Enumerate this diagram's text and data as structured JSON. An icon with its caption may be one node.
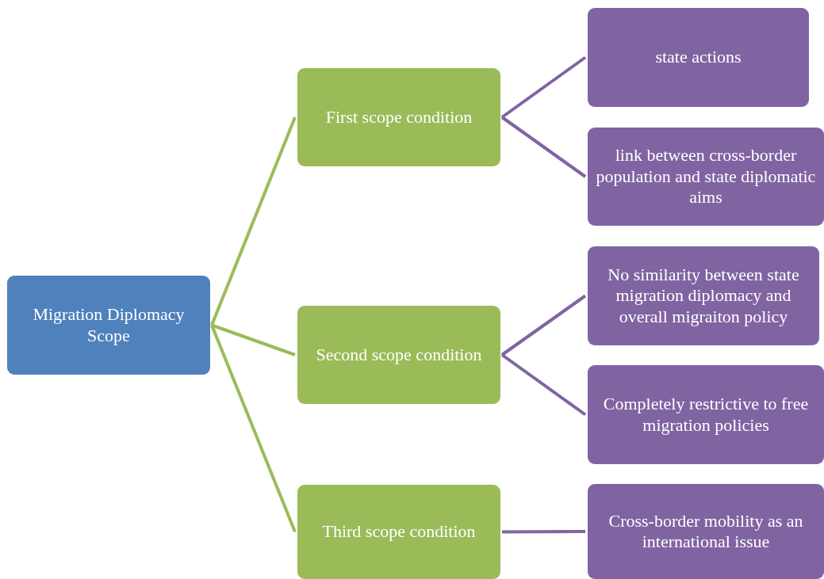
{
  "diagram": {
    "nodes": [
      {
        "text": [
          "Migration Diplomacy Scope"
        ]
      },
      {
        "text": [
          "First scope condition"
        ]
      },
      {
        "text": [
          "Second scope condition"
        ]
      },
      {
        "text": [
          "Third scope condition"
        ]
      },
      {
        "text": [
          "state actions"
        ]
      },
      {
        "text": [
          "link between cross-border population and state diplomatic aims"
        ]
      },
      {
        "text": [
          "No similarity between state migration diplomacy and overall migraiton policy"
        ]
      },
      {
        "text": [
          "Completely restrictive to free migration policies"
        ]
      },
      {
        "text": [
          "Cross-border mobility as an international issue"
        ]
      }
    ],
    "edges": [
      {
        "from": 0,
        "to": 1,
        "arrow": "none"
      },
      {
        "from": 0,
        "to": 2,
        "arrow": "none"
      },
      {
        "from": 0,
        "to": 3,
        "arrow": "none"
      },
      {
        "from": 1,
        "to": 4,
        "arrow": "none"
      },
      {
        "from": 1,
        "to": 5,
        "arrow": "none"
      },
      {
        "from": 2,
        "to": 6,
        "arrow": "none"
      },
      {
        "from": 2,
        "to": 7,
        "arrow": "none"
      },
      {
        "from": 3,
        "to": 8,
        "arrow": "none"
      }
    ]
  }
}
